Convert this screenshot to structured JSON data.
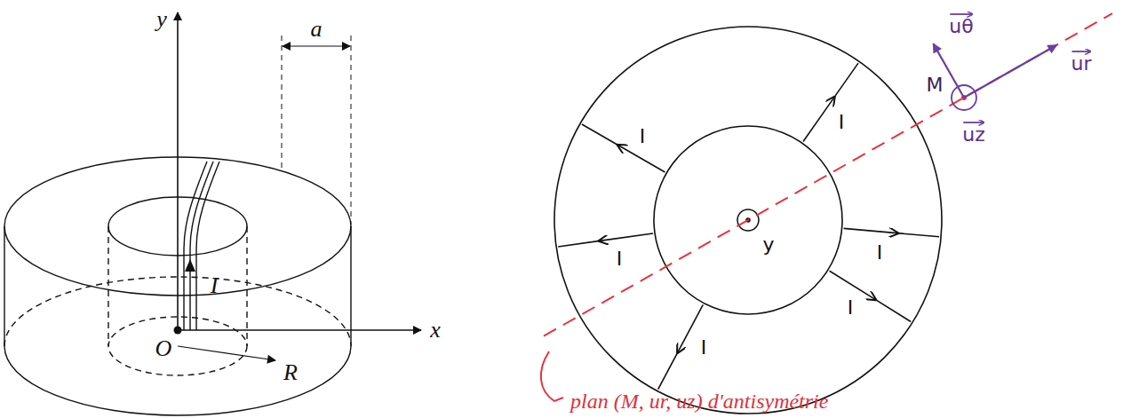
{
  "diagram": {
    "labels": [
      "y",
      "x",
      "O",
      "a",
      "I",
      "R",
      "I",
      "I",
      "I",
      "I",
      "I",
      "I",
      "y",
      "M",
      "uθ",
      "ur",
      "uz",
      "plan (M, ur, uz) d'antisymétrie"
    ]
  }
}
